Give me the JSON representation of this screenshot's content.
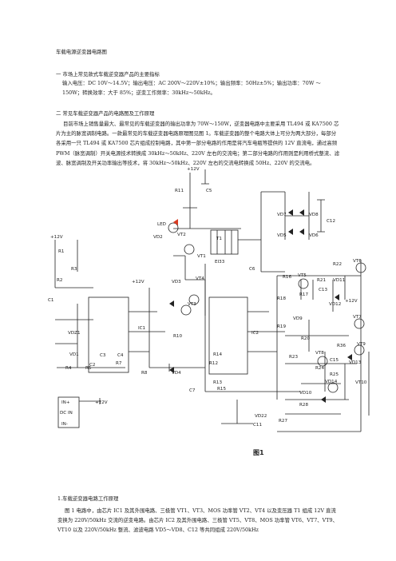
{
  "doc": {
    "title": "车载电源逆变器电路图",
    "section1_heading": "一 市场上常见款式车载逆变器产品的主要指标",
    "section1_body": "输入电压：DC 10V～14.5V；输出电压：AC 200V～220V±10%；输出频率：50Hz±5%；输出功率：70W ～150W；转换效率：大于 85%；逆变工作频率：30kHz～50kHz。",
    "section2_heading": "二 常见车载逆变器产品的电路图及工作原理",
    "section2_body": "目前市场上销售量最大、最常见的车载逆变器的输出功率为 70W～150W，逆变器电路中主要采用 TL494 或 KA7500 芯片为主的脉宽调制电路。一款最常见的车载逆变器电路原理图见图 1。车载逆变器的整个电路大体上可分为两大部分，每部分各采用一只 TL494 或 KA7500 芯片组成控制电路，其中第一部分电路的作用是将汽车电瓶等提供的 12V 直流电，通过高频 PWM（脉宽调制）开关电源技术转换成 30kHz～50kHz、220V 左右的交流电；第二部分电路的作用则是利用桥式整流、滤波、脉宽调制及开关功率输出等技术，将 30kHz～50kHz、220V 左右的交流电转换成 50Hz、220V 的交流电。",
    "figure_label": "图1",
    "section3_heading": "1.车载逆变器电路工作原理",
    "section3_body": "图 1 电路中，由芯片 IC1 及其外围电路、三极管 VT1、VT3、MOS 功率管 VT2、VT4 以及变压器 T1 组成 12V 直流变换为 220V/50kHz 交流的逆变电路。由芯片 IC2 及其外围电路、三极管 VT5、VT8、MOS 功率管 VT6、VT7、VT9、VT10 以及 220V/50kHz 整流、滤波电路 VD5～VD8、C12 等共同组成 220V/50kHz"
  },
  "schematic": {
    "labels": [
      "+12V",
      "R11",
      "C5",
      "LED",
      "VD2",
      "VT2",
      "VT1",
      "T1",
      "EI33",
      "VD7",
      "VD8",
      "VD5",
      "VD6",
      "C12",
      "+12V",
      "R1",
      "R2",
      "R3",
      "+12V",
      "VD3",
      "VT4",
      "VT3",
      "C1",
      "R10",
      "C6",
      "IC1",
      "IC2",
      "VDZ1",
      "VD1",
      "C2",
      "C3",
      "C4",
      "R4",
      "R5",
      "R7",
      "R8",
      "VD4",
      "R16",
      "VT5",
      "R17",
      "R21",
      "C13",
      "VD11",
      "R22",
      "VT6",
      "VD12",
      "+12V",
      "R18",
      "R19",
      "VD9",
      "R20",
      "VT7",
      "R23",
      "VT8",
      "R24",
      "R36",
      "VT9",
      "C15",
      "VD13",
      "R25",
      "VD14",
      "VT10",
      "R12",
      "R13",
      "R14",
      "R15",
      "C7",
      "C11",
      "VD10",
      "VD22",
      "R27",
      "R28",
      "IN+",
      "DC IN",
      "IN-",
      "+12V"
    ],
    "colors": {
      "led": "#d93b22",
      "ink": "#222222"
    }
  }
}
